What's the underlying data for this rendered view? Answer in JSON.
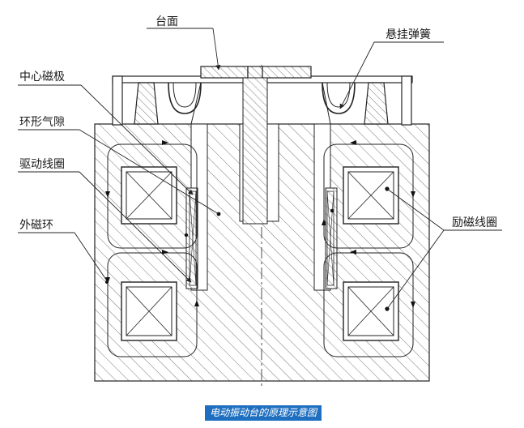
{
  "labels": {
    "table_top": "台面",
    "suspension_spring": "悬挂弹簧",
    "center_pole": "中心磁极",
    "annular_gap": "环形气隙",
    "drive_coil": "驱动线圈",
    "outer_ring": "外磁环",
    "excitation_coil": "励磁线圈"
  },
  "caption": "电动振动台的原理示意图"
}
